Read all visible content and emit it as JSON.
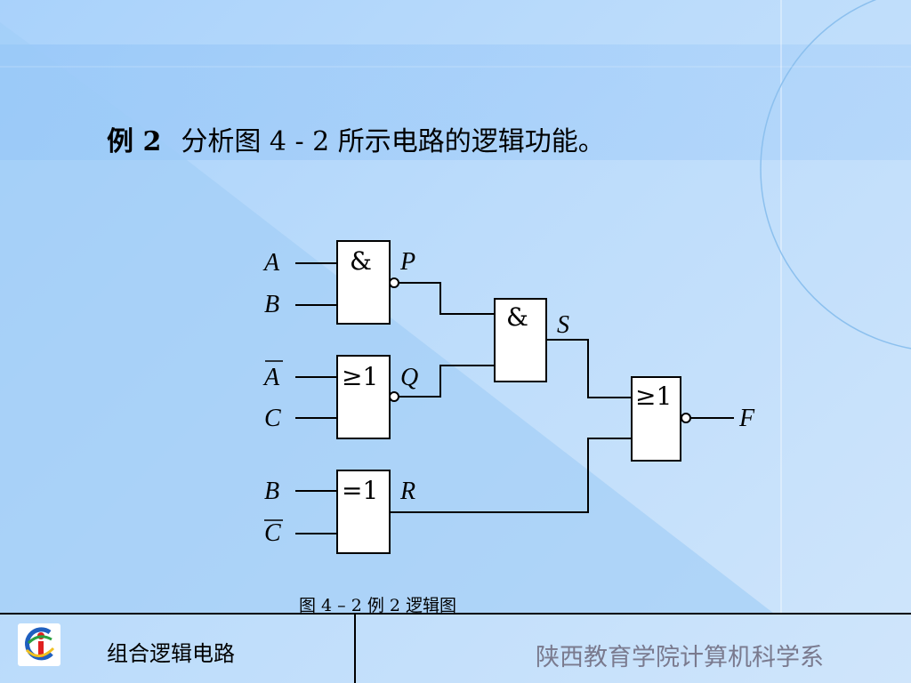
{
  "title": {
    "label": "例 2",
    "text": "分析图 4 - 2 所示电路的逻辑功能。"
  },
  "diagram": {
    "gates": [
      {
        "id": "P",
        "symbol": "&",
        "inputs": [
          "A",
          "B"
        ]
      },
      {
        "id": "Q",
        "symbol": "⩾1",
        "inputs": [
          "A̅",
          "C"
        ]
      },
      {
        "id": "R",
        "symbol": "＝1",
        "inputs": [
          "B",
          "C̅"
        ]
      },
      {
        "id": "S",
        "symbol": "&",
        "inputs": [
          "P",
          "Q"
        ]
      },
      {
        "id": "F",
        "symbol": "⩾1",
        "inputs": [
          "S",
          "R"
        ]
      }
    ],
    "input_labels": [
      "A",
      "B",
      "A",
      "C",
      "B",
      "C"
    ],
    "output_labels": [
      "P",
      "Q",
      "R",
      "S",
      "F"
    ],
    "symbols": [
      "&",
      "≥1",
      "=1",
      "&",
      "≥1"
    ]
  },
  "caption": "图 4 – 2   例 2 逻辑图",
  "footer": {
    "course": "组合逻辑电路",
    "department": "陕西教育学院计算机科学系",
    "logo_icon": "college-logo-icon"
  }
}
